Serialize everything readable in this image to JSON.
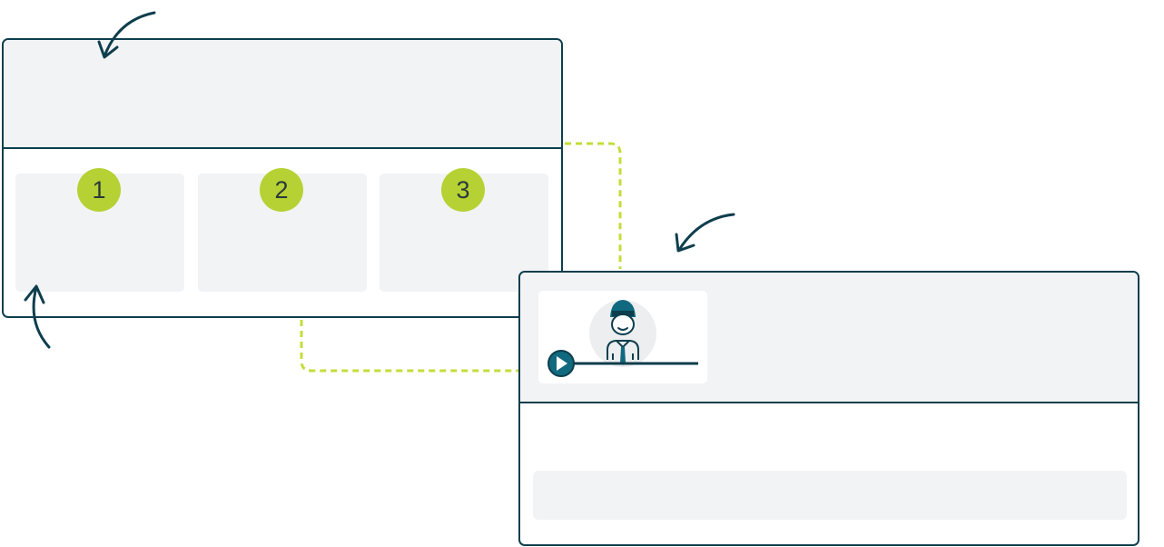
{
  "colors": {
    "outline": "#0e3e4d",
    "panel_fill": "#f2f3f5",
    "badge_fill": "#b6d134",
    "connector": "#c5dc3a",
    "play_button": "#11697f"
  },
  "steps": [
    {
      "number": "1"
    },
    {
      "number": "2"
    },
    {
      "number": "3"
    }
  ],
  "icons": {
    "video_tile": "presenter-avatar-icon",
    "play": "play-icon",
    "progress": "video-progress-bar",
    "arrows": "curved-arrow-icon"
  }
}
